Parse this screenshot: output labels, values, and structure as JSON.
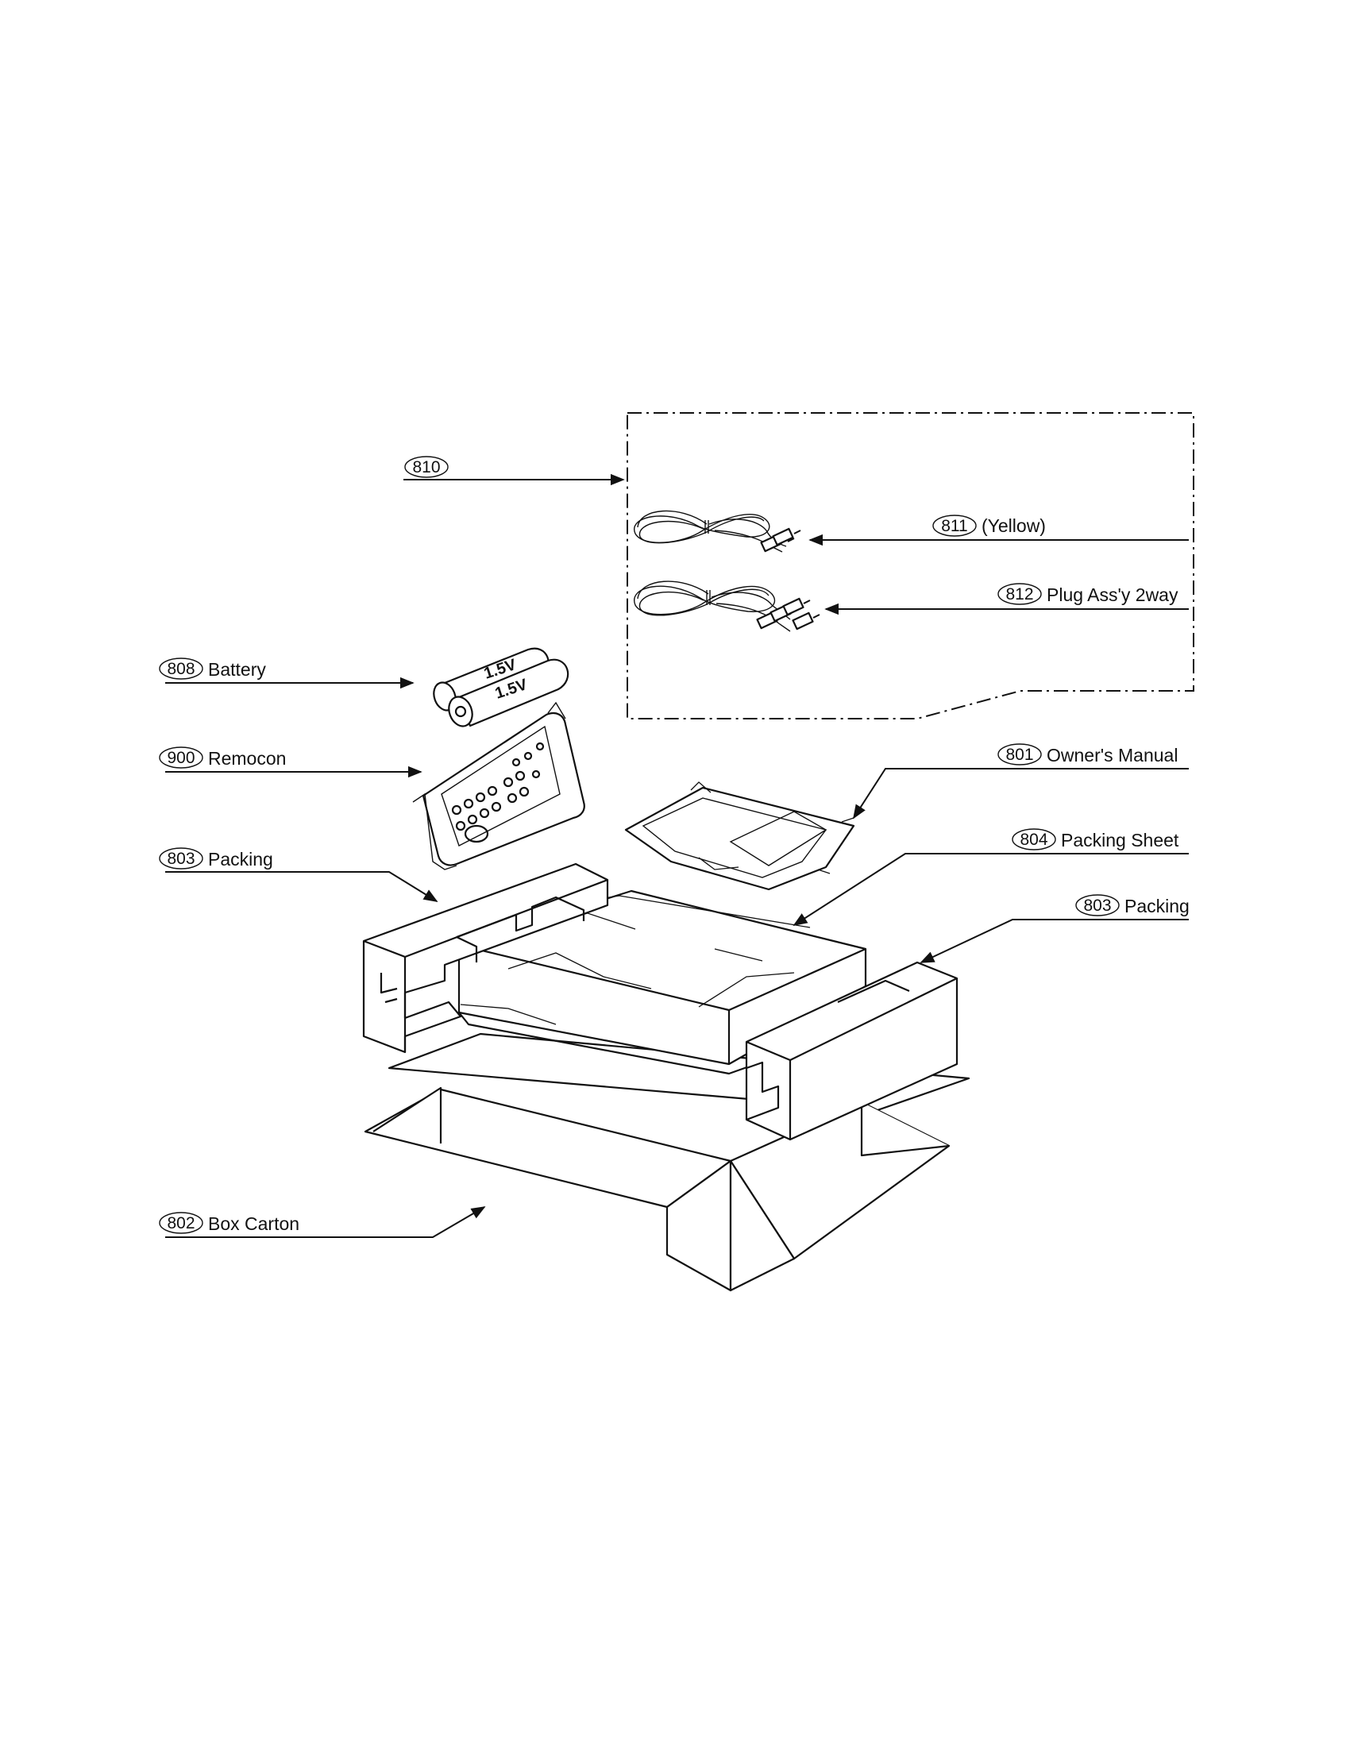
{
  "callouts": {
    "c810": {
      "num": "810",
      "label": ""
    },
    "c811": {
      "num": "811",
      "label": "(Yellow)"
    },
    "c812": {
      "num": "812",
      "label": "Plug Ass'y 2way"
    },
    "c808": {
      "num": "808",
      "label": "Battery"
    },
    "c900": {
      "num": "900",
      "label": "Remocon"
    },
    "c801": {
      "num": "801",
      "label": "Owner's Manual"
    },
    "c804": {
      "num": "804",
      "label": "Packing Sheet"
    },
    "c803a": {
      "num": "803",
      "label": "Packing"
    },
    "c803b": {
      "num": "803",
      "label": "Packing"
    },
    "c802": {
      "num": "802",
      "label": "Box Carton"
    }
  },
  "battery": {
    "label1": "1.5V",
    "label2": "1.5V"
  }
}
